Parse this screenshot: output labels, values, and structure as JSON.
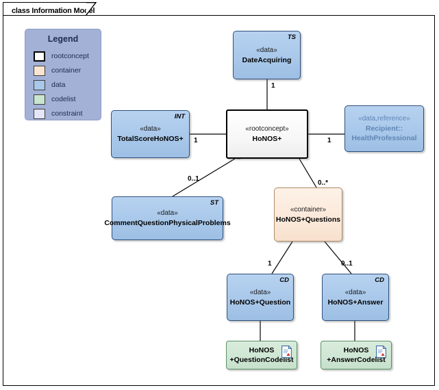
{
  "diagram": {
    "title": "class Information Model",
    "background": "#ffffff",
    "border_color": "#000000"
  },
  "legend": {
    "title": "Legend",
    "background": "#a3b1d6",
    "items": [
      {
        "label": "rootconcept",
        "color": "#ffffff",
        "kind": "rootconcept"
      },
      {
        "label": "container",
        "color": "#fbe4d0",
        "kind": "container"
      },
      {
        "label": "data",
        "color": "#a9c8ea",
        "kind": "data"
      },
      {
        "label": "codelist",
        "color": "#c9e5cf",
        "kind": "codelist"
      },
      {
        "label": "constraint",
        "color": "#e4e6f7",
        "kind": "constraint"
      }
    ]
  },
  "nodes": {
    "date_acquiring": {
      "stereotype": "«data»",
      "name": "DateAcquiring",
      "tag": "TS",
      "kind": "data"
    },
    "honos_root": {
      "stereotype": "«rootconcept»",
      "name": "HoNOS+",
      "tag": "",
      "kind": "rootconcept"
    },
    "total_score": {
      "stereotype": "«data»",
      "name": "TotalScoreHoNOS+",
      "tag": "INT",
      "kind": "data"
    },
    "recipient": {
      "stereotype": "«data,reference»",
      "name_line1": "Recipient::",
      "name_line2": "HealthProfessional",
      "tag": "",
      "kind": "data-reference"
    },
    "comment_question": {
      "stereotype": "«data»",
      "name": "CommentQuestionPhysicalProblems",
      "tag": "ST",
      "kind": "data"
    },
    "honos_questions": {
      "stereotype": "«container»",
      "name": "HoNOS+Questions",
      "tag": "",
      "kind": "container"
    },
    "honos_question": {
      "stereotype": "«data»",
      "name": "HoNOS+Question",
      "tag": "CD",
      "kind": "data"
    },
    "honos_answer": {
      "stereotype": "«data»",
      "name": "HoNOS+Answer",
      "tag": "CD",
      "kind": "data"
    },
    "question_codelist": {
      "name_line1": "HoNOS",
      "name_line2": "+QuestionCodelist",
      "icon": "document-icon",
      "kind": "codelist"
    },
    "answer_codelist": {
      "name_line1": "HoNOS",
      "name_line2": "+AnswerCodelist",
      "icon": "document-icon",
      "kind": "codelist"
    }
  },
  "edges": [
    {
      "from": "honos_root",
      "to": "date_acquiring",
      "multiplicity": "1",
      "aggregation": "composite"
    },
    {
      "from": "honos_root",
      "to": "total_score",
      "multiplicity": "1",
      "aggregation": "composite"
    },
    {
      "from": "honos_root",
      "to": "recipient",
      "multiplicity": "1",
      "aggregation": "composite"
    },
    {
      "from": "honos_root",
      "to": "comment_question",
      "multiplicity": "0..1",
      "aggregation": "composite"
    },
    {
      "from": "honos_root",
      "to": "honos_questions",
      "multiplicity": "0..*",
      "aggregation": "composite"
    },
    {
      "from": "honos_questions",
      "to": "honos_question",
      "multiplicity": "1",
      "aggregation": "composite"
    },
    {
      "from": "honos_questions",
      "to": "honos_answer",
      "multiplicity": "0..1",
      "aggregation": "composite"
    },
    {
      "from": "honos_question",
      "to": "question_codelist",
      "multiplicity": "",
      "aggregation": "none"
    },
    {
      "from": "honos_answer",
      "to": "answer_codelist",
      "multiplicity": "",
      "aggregation": "none"
    }
  ]
}
